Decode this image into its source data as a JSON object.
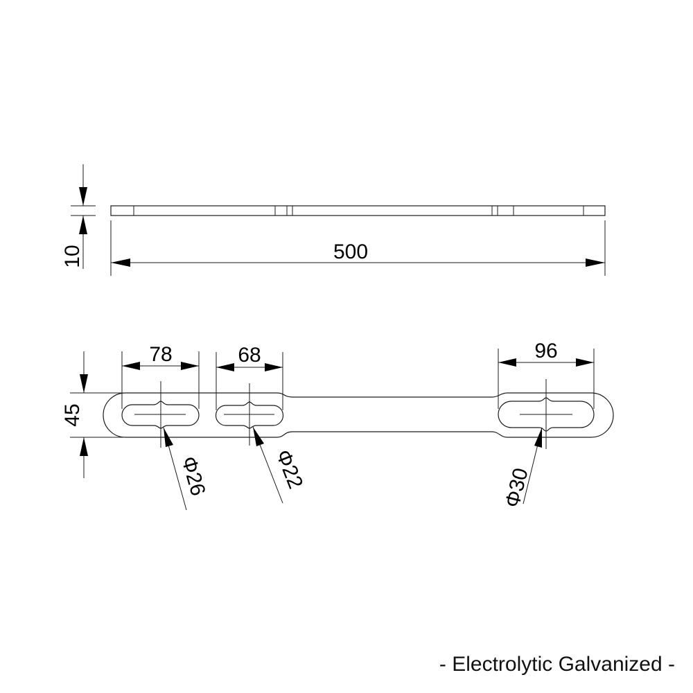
{
  "side_view": {
    "thickness_label": "10",
    "length_label": "500"
  },
  "top_view": {
    "width_label": "45",
    "slot_dims": [
      {
        "length_label": "78",
        "diameter_label": "Φ26"
      },
      {
        "length_label": "68",
        "diameter_label": "Φ22"
      },
      {
        "length_label": "96",
        "diameter_label": "Φ30"
      }
    ]
  },
  "footer": {
    "finish_note": "- Electrolytic Galvanized -"
  }
}
